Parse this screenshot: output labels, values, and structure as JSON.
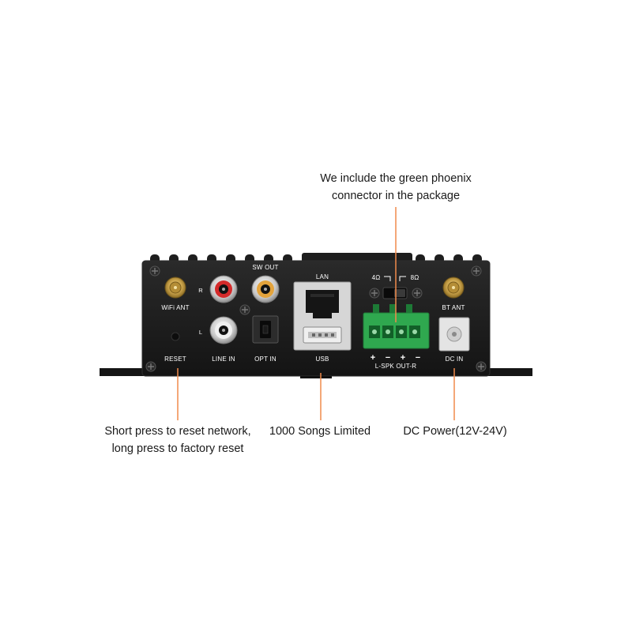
{
  "panel_labels": {
    "wifi_ant": "WiFi ANT",
    "bt_ant": "BT ANT",
    "reset": "RESET",
    "line_in": "LINE IN",
    "opt_in": "OPT IN",
    "sw_out": "SW OUT",
    "lan": "LAN",
    "usb": "USB",
    "dc_in": "DC IN",
    "spk_out": "L-SPK OUT-R",
    "r": "R",
    "l": "L",
    "ohm4": "4Ω",
    "ohm8": "8Ω",
    "plus1": "+",
    "minus1": "−",
    "plus2": "+",
    "minus2": "−"
  },
  "callouts": {
    "phoenix": {
      "line1": "We include the green phoenix",
      "line2": "connector in the package"
    },
    "reset": {
      "line1": "Short press to reset network,",
      "line2": "long press to factory reset"
    },
    "usb": {
      "line1": "1000 Songs Limited"
    },
    "dc": {
      "line1": "DC Power(12V-24V)"
    }
  },
  "colors": {
    "body": "#1c1c1c",
    "body_edge": "#2e2e2e",
    "leader": "#f08a4b",
    "phoenix": "#2fa84f",
    "gold": "#c9a24a",
    "rca_red": "#d42a2a",
    "rca_white": "#e8e8e8",
    "rca_orange": "#e3a33c"
  }
}
